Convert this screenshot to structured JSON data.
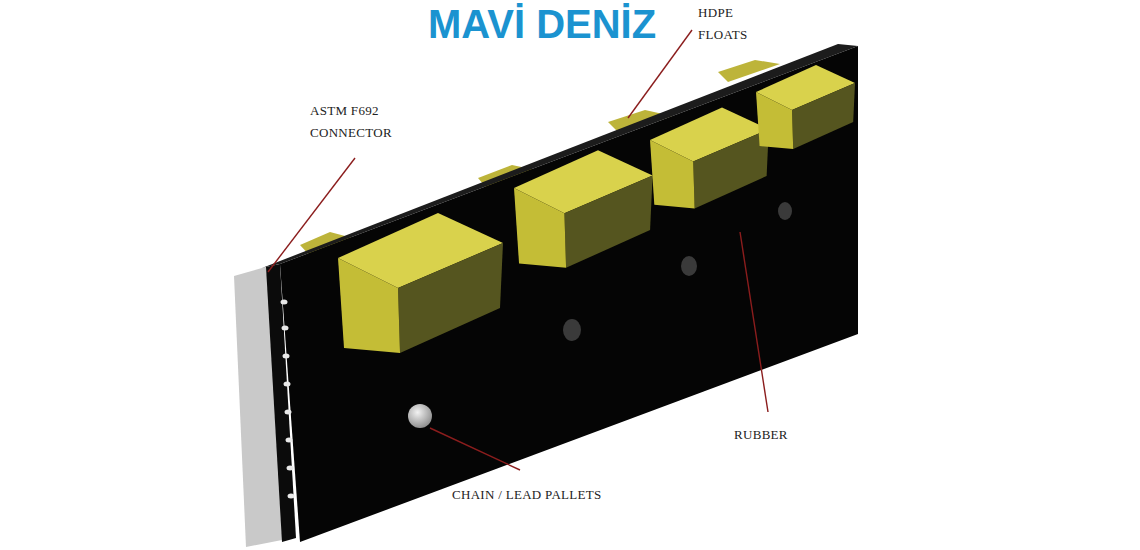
{
  "diagram": {
    "title": "MAVİ DENİZ",
    "labels": [
      "HDPE FLOATS",
      "ASTM F692 CONNECTOR",
      "RUBBER",
      "CHAIN / LEAD PALLETS"
    ]
  }
}
